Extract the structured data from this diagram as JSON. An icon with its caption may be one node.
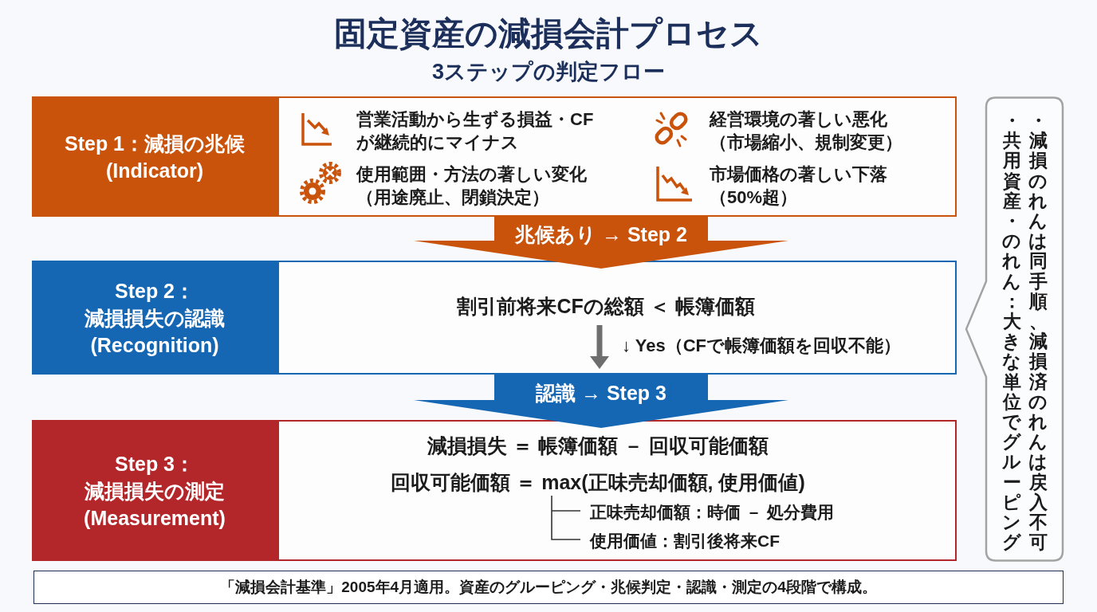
{
  "diagram": {
    "title": "固定資産の減損会計プロセス",
    "nodes": [
      {
        "text": [
          "Step 1：減損の兆候 (Indicator)"
        ]
      },
      {
        "text": [
          "営業活動から生ずる損益・CFが継続的にマイナス",
          "経営環境の著しい悪化（市場縮小、規制変更）",
          "使用範囲・方法の著しい変化（用途廃止、閉鎖決定）",
          "市場価格の著しい下落（50%超）"
        ]
      },
      {
        "text": [
          "Step 2：減損損失の認識 (Recognition)"
        ]
      },
      {
        "text": [
          "割引前将来CFの総額 ＜ 帳簿価額",
          "↓ Yes（CFで帳簿価額を回収不能）"
        ]
      },
      {
        "text": [
          "Step 3：減損損失の測定 (Measurement)"
        ]
      },
      {
        "text": [
          "減損損失 ＝ 帳簿価額 － 回収可能価額",
          "回収可能価額 ＝ max(正味売却価額, 使用価値)",
          "正味売却価額：時価 － 処分費用",
          "使用価値：割引後将来CF"
        ]
      },
      {
        "text": [
          "・共用資産・のれん：大きな単位でグルーピング",
          "・減損のれんは同手順、減損済のれんは戻入不可"
        ]
      },
      {
        "text": [
          "「減損会計基準」2005年4月適用。資産のグルーピング・兆候判定・認識・測定の4段階で構成。"
        ]
      }
    ],
    "edges": [
      {
        "from": 1,
        "to": 3,
        "arrow": "to",
        "label": "兆候あり → Step 2",
        "color": "#c9530a"
      },
      {
        "from": 3,
        "to": 5,
        "arrow": "to",
        "label": "認識 → Step 3",
        "color": "#1567b3"
      }
    ],
    "labels": [
      "3ステップの判定フロー"
    ]
  }
}
